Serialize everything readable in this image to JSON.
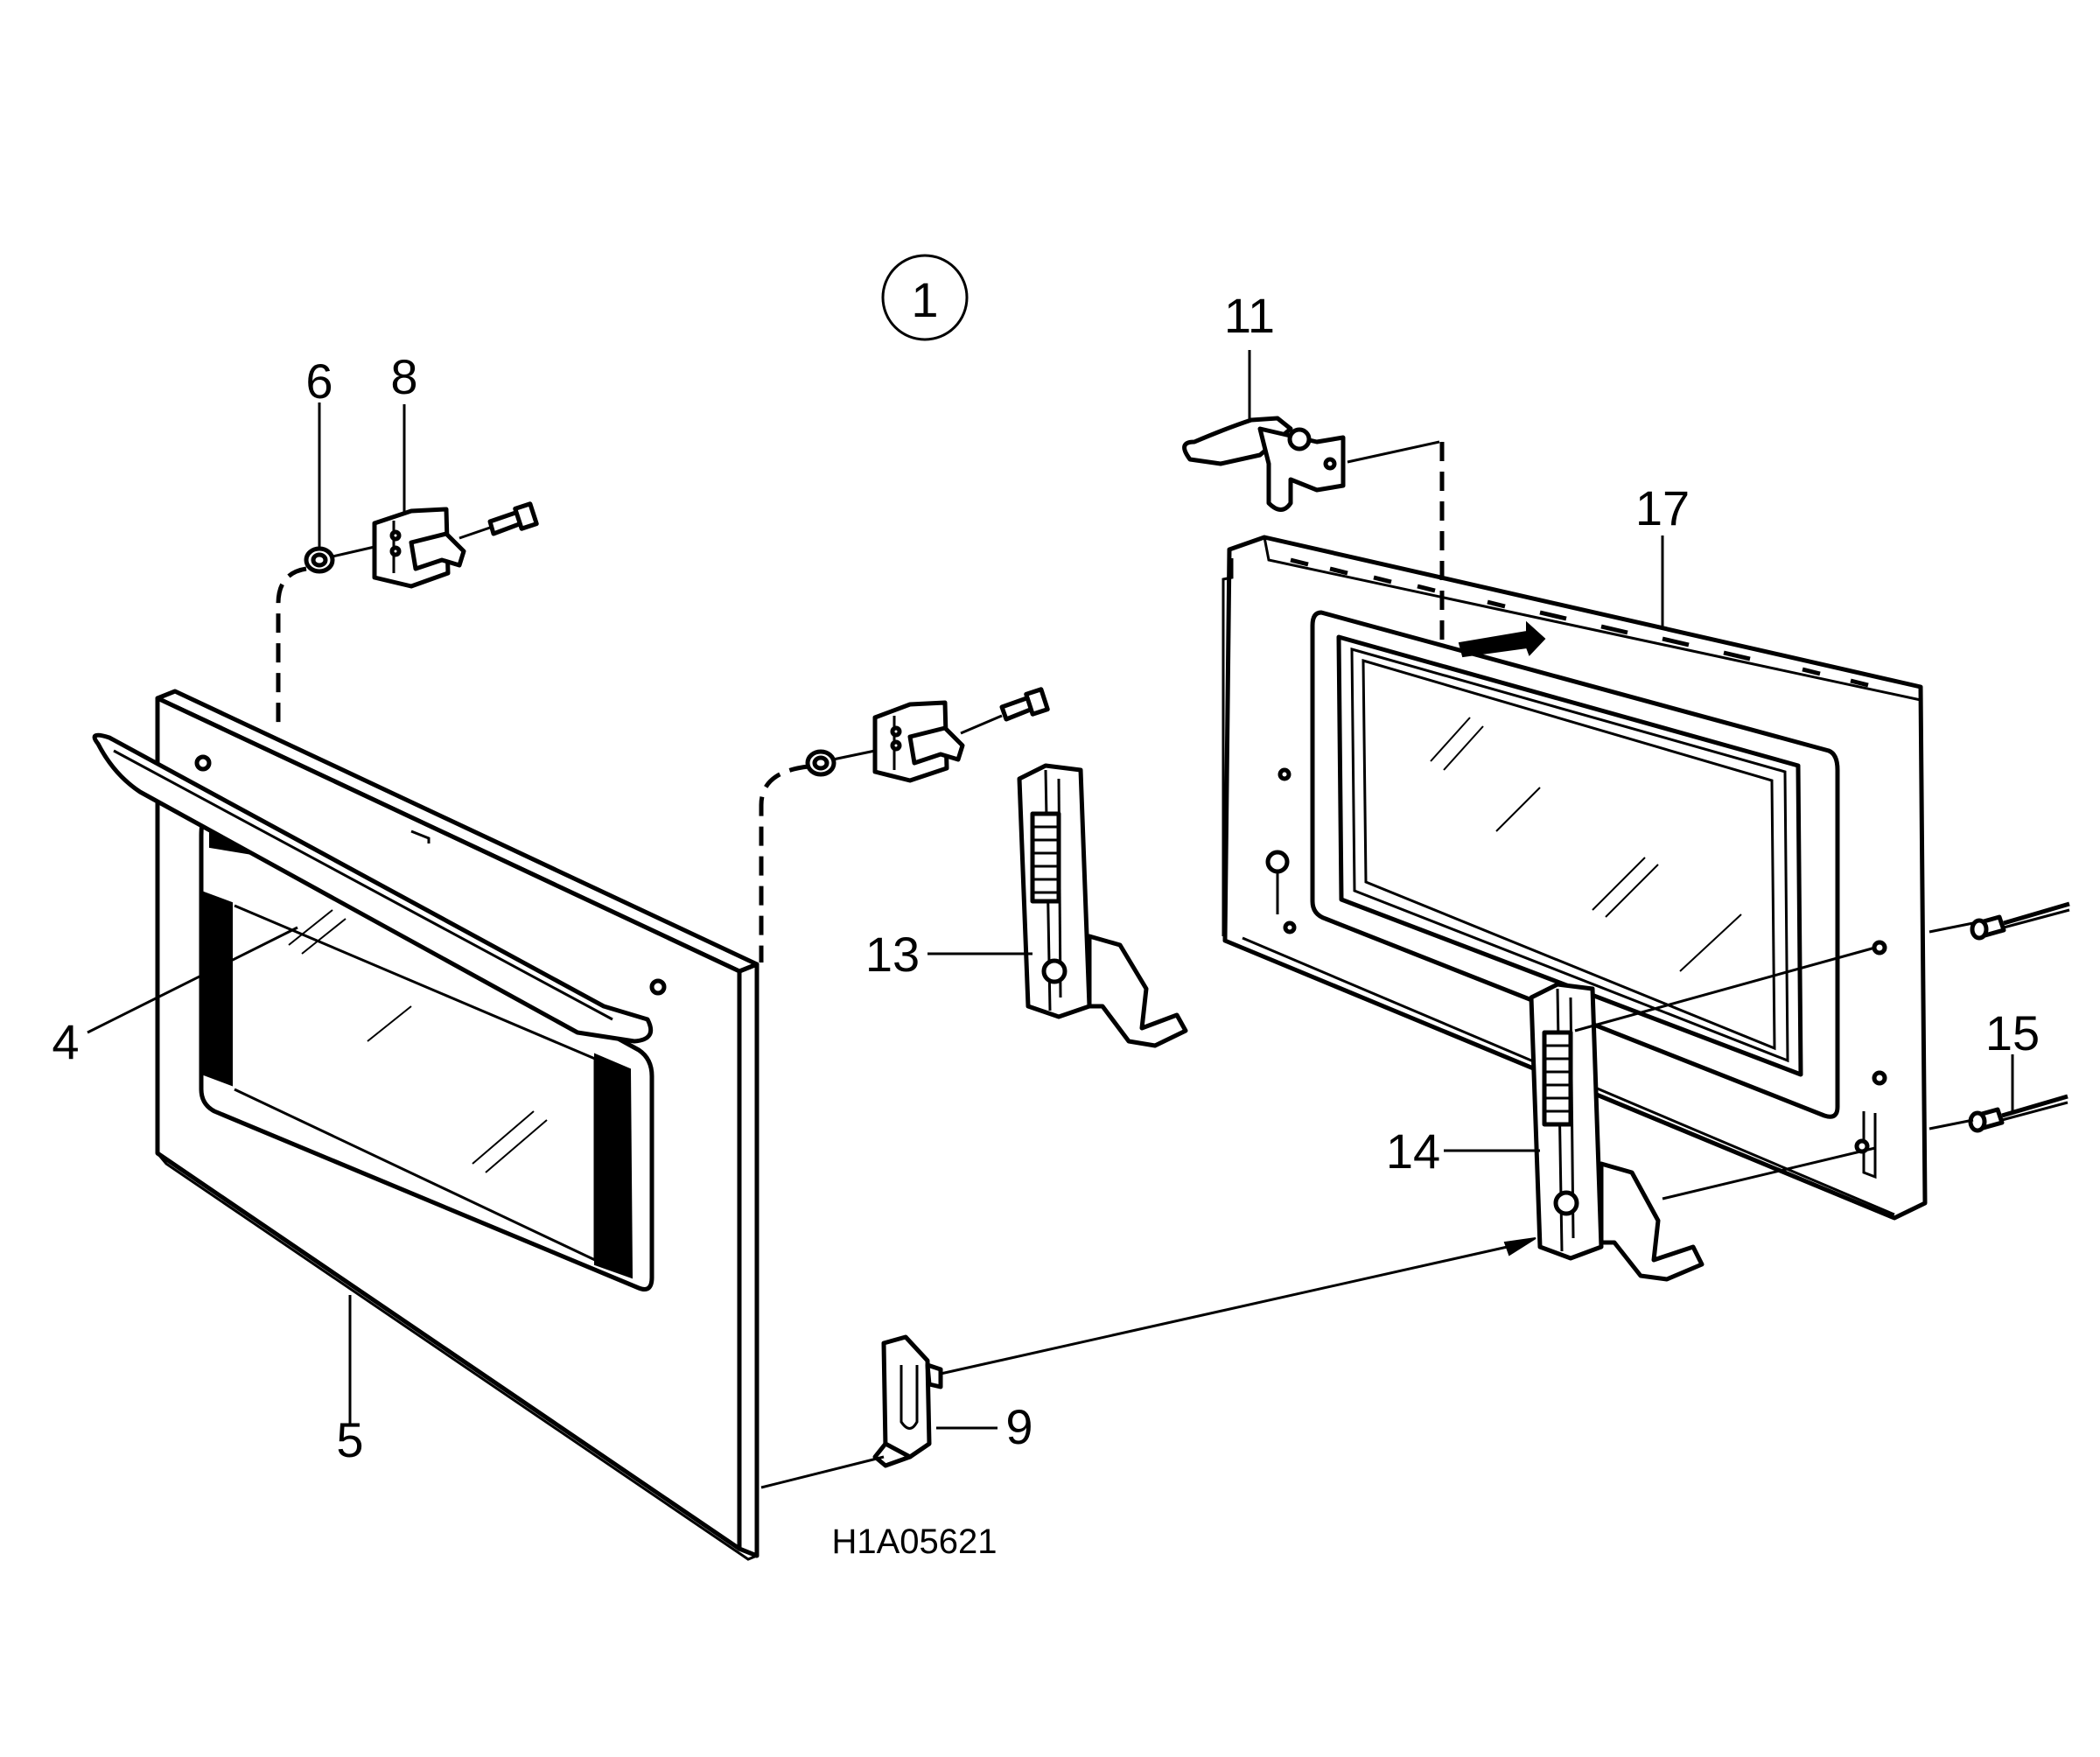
{
  "diagram": {
    "group_number": "1",
    "drawing_code": "H1A05621",
    "callouts": [
      {
        "id": "4",
        "label": "4"
      },
      {
        "id": "5",
        "label": "5"
      },
      {
        "id": "6",
        "label": "6"
      },
      {
        "id": "8",
        "label": "8"
      },
      {
        "id": "9",
        "label": "9"
      },
      {
        "id": "11",
        "label": "11"
      },
      {
        "id": "13",
        "label": "13"
      },
      {
        "id": "14",
        "label": "14"
      },
      {
        "id": "15",
        "label": "15"
      },
      {
        "id": "17",
        "label": "17"
      }
    ]
  }
}
